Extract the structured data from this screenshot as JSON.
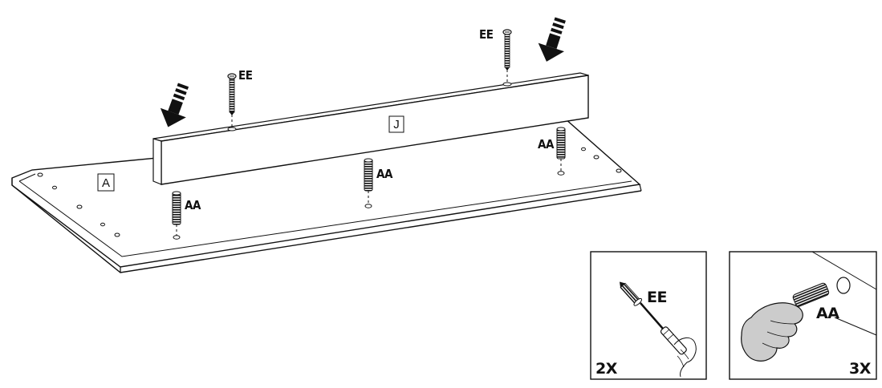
{
  "parts": {
    "panel_label": "A",
    "rail_label": "J",
    "screw_label": "EE",
    "dowel_label": "AA"
  },
  "detail_screw": {
    "label": "EE",
    "quantity": "2X"
  },
  "detail_dowel": {
    "label": "AA",
    "quantity": "3X"
  }
}
